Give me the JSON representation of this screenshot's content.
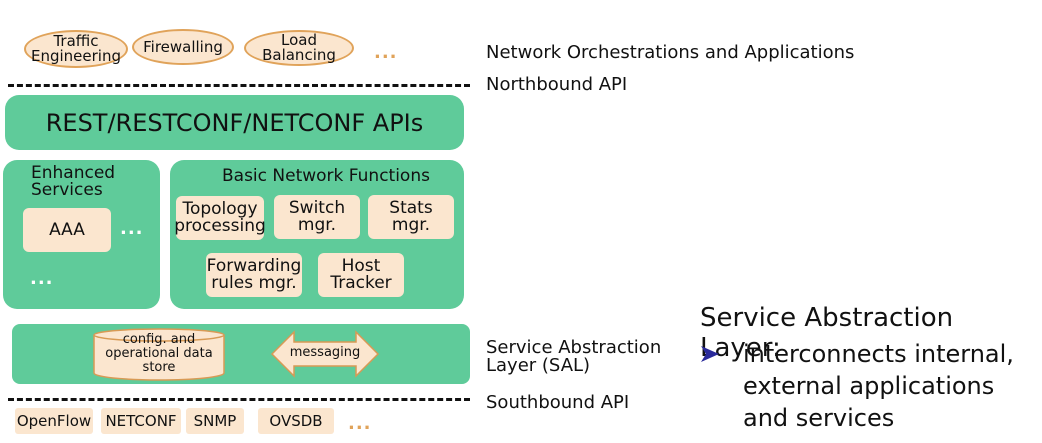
{
  "applications": {
    "items": [
      "Traffic\nEngineering",
      "Firewalling",
      "Load Balancing"
    ],
    "ellipsis": "...",
    "label": "Network Orchestrations and Applications"
  },
  "northbound": {
    "label": "Northbound API"
  },
  "rest_apis": {
    "label": "REST/RESTCONF/NETCONF APIs"
  },
  "enhanced_services": {
    "title": "Enhanced\nServices",
    "items": [
      "AAA"
    ],
    "ellipsis_right": "...",
    "ellipsis_bottom": "..."
  },
  "basic_functions": {
    "title": "Basic Network Functions",
    "items": [
      "Topology\nprocessing",
      "Switch\nmgr.",
      "Stats\nmgr.",
      "Forwarding\nrules mgr.",
      "Host\nTracker"
    ]
  },
  "sal_box": {
    "store": "config. and\noperational data\nstore",
    "messaging": "messaging",
    "label": "Service Abstraction\nLayer (SAL)"
  },
  "southbound": {
    "label": "Southbound API",
    "protocols": [
      "OpenFlow",
      "NETCONF",
      "SNMP",
      "OVSDB"
    ],
    "ellipsis": "..."
  },
  "description": {
    "title": "Service Abstraction Layer:",
    "bullet": "interconnects internal,\nexternal applications\nand services"
  },
  "colors": {
    "green": "#5fcb9a",
    "tan": "#fbe6cf",
    "oval_border": "#e0a35a",
    "bullet": "#2a2a9a"
  }
}
